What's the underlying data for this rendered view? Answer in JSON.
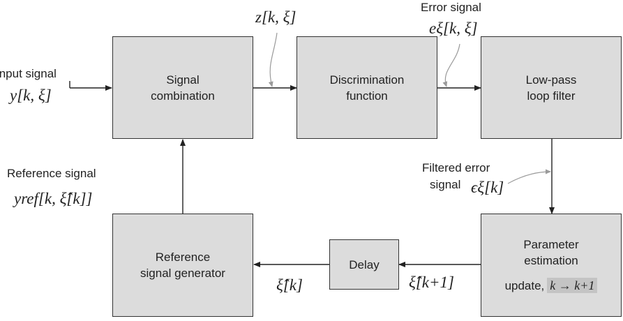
{
  "blocks": {
    "signal_combination": {
      "line1": "Signal",
      "line2": "combination"
    },
    "discrimination": {
      "line1": "Discrimination",
      "line2": "function"
    },
    "loop_filter": {
      "line1": "Low-pass",
      "line2": "loop filter"
    },
    "parameter_estimation": {
      "line1": "Parameter",
      "line2": "estimation",
      "update_label": "update,",
      "update_expr": "k → k+1"
    },
    "delay": {
      "label": "Delay"
    },
    "reference_generator": {
      "line1": "Reference",
      "line2": "signal generator"
    }
  },
  "signals": {
    "input_label": "Input signal",
    "input_expr": "y[k, ξ]",
    "combined_expr": "z[k, ξ]",
    "error_label": "Error signal",
    "error_expr": "eξ[k, ξ]",
    "filtered_label_line1": "Filtered error",
    "filtered_label_line2": "signal",
    "filtered_expr": "ϵξ[k]",
    "reference_label": "Reference signal",
    "reference_expr": "yref[k, ξ̂[k]]",
    "estimate_next_expr": "ξ̂[k+1]",
    "estimate_expr": "ξ̂[k]"
  }
}
